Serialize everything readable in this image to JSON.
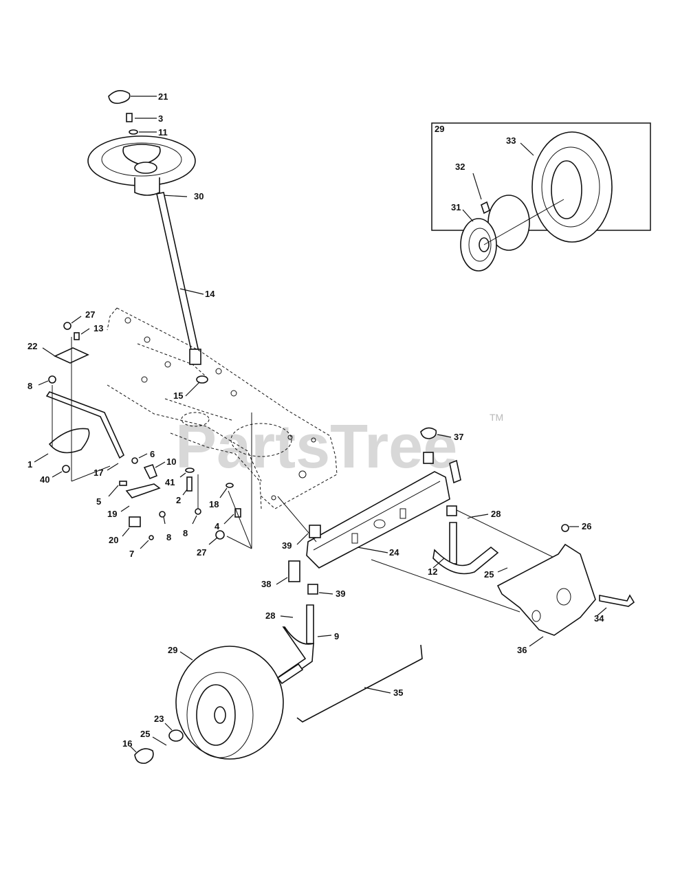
{
  "watermark": {
    "text": "PartsTree",
    "trademark": "TM"
  },
  "inset": {
    "label": "29"
  },
  "labels": {
    "p21": "21",
    "p3": "3",
    "p11": "11",
    "p30": "30",
    "p14": "14",
    "p27a": "27",
    "p13": "13",
    "p22": "22",
    "p8a": "8",
    "p15": "15",
    "p1": "1",
    "p40": "40",
    "p17": "17",
    "p6": "6",
    "p10": "10",
    "p41": "41",
    "p2": "2",
    "p5": "5",
    "p19": "19",
    "p20": "20",
    "p7": "7",
    "p8b": "8",
    "p8c": "8",
    "p18": "18",
    "p4": "4",
    "p27b": "27",
    "p37": "37",
    "p28a": "28",
    "p26": "26",
    "p39a": "39",
    "p24": "24",
    "p12": "12",
    "p25a": "25",
    "p38": "38",
    "p39b": "39",
    "p28b": "28",
    "p9": "9",
    "p34": "34",
    "p36": "36",
    "p29": "29",
    "p35": "35",
    "p23": "23",
    "p25b": "25",
    "p16": "16",
    "p33": "33",
    "p32": "32",
    "p31": "31"
  }
}
